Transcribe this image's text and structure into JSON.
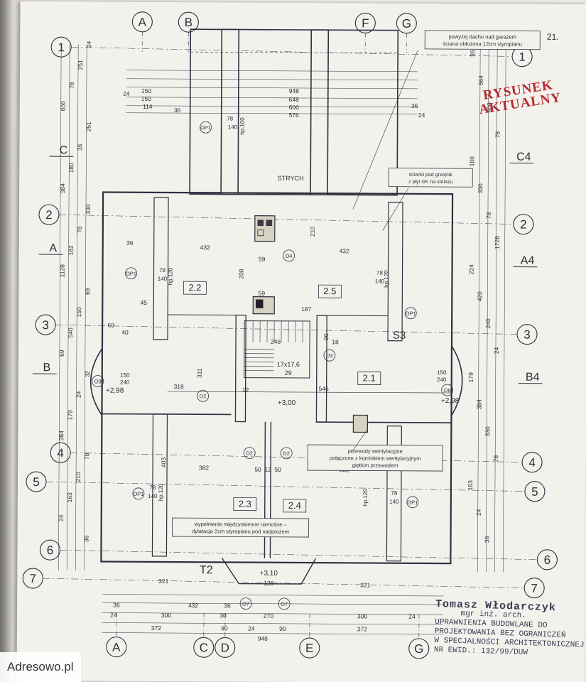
{
  "watermark": "Adresowo.pl",
  "sheet_number": "21.",
  "red_note": [
    "RYSUNEK",
    "AKTUALNY"
  ],
  "note_top": [
    "powyżej dachu nad garażem",
    "ściana obłożona 12cm styropianu"
  ],
  "note_radiator": [
    "ścianki pod grzejnik",
    "z płyt GK na stelażu"
  ],
  "note_vent": [
    "przewody wentylacyjne",
    "połączone z kominkiem wentylacyjnym",
    "giętkim przewodem"
  ],
  "note_filling": [
    "wypełnienie międzyokienne nienośne –",
    "dylatacja 2cm styropianu pod nadprożem"
  ],
  "attic_label": "STRYCH",
  "stair_label": [
    "17x17,6",
    "29"
  ],
  "level_labels": [
    "+3,00",
    "+2,98",
    "+2,98",
    "+3,10"
  ],
  "rooms": [
    "2.2",
    "2.5",
    "2.1",
    "2.3",
    "2.4"
  ],
  "special_labels": [
    "S3",
    "T2"
  ],
  "axis_letters_top": [
    "A",
    "B",
    "F",
    "G"
  ],
  "axis_letters_bottom": [
    "A",
    "C",
    "D",
    "E",
    "G"
  ],
  "axis_numbers": [
    "1",
    "2",
    "3",
    "4",
    "5",
    "6",
    "7"
  ],
  "section_marks": [
    "C",
    "A",
    "B",
    "C4",
    "A4",
    "B4"
  ],
  "dims_top": [
    "948",
    "648",
    "600",
    "576",
    "150",
    "150",
    "114",
    "36",
    "24",
    "36",
    "24"
  ],
  "dims_bottom": [
    "36",
    "432",
    "36",
    "24",
    "300",
    "30",
    "270",
    "300",
    "24",
    "372",
    "90",
    "24",
    "90",
    "372",
    "948"
  ],
  "dims_left": [
    "24",
    "251",
    "78",
    "600",
    "251",
    "36",
    "180",
    "384",
    "330",
    "78",
    "162",
    "1128",
    "69",
    "150",
    "540",
    "69",
    "32",
    "24",
    "179",
    "384",
    "78",
    "210",
    "163",
    "24",
    "36"
  ],
  "dims_right": [
    "36",
    "564",
    "600",
    "78",
    "180",
    "330",
    "78",
    "1728",
    "224",
    "420",
    "240",
    "24",
    "179",
    "384",
    "330",
    "78",
    "163",
    "24",
    "36"
  ],
  "dims_inner": [
    "432",
    "432",
    "318",
    "546",
    "311",
    "382",
    "382",
    "403",
    "208",
    "59",
    "59",
    "187",
    "246",
    "321",
    "321",
    "126",
    "50",
    "12",
    "50",
    "210",
    "90",
    "12",
    "60",
    "40",
    "45",
    "36",
    "18"
  ],
  "window_tags": [
    "78",
    "140",
    "hp.100",
    "78",
    "140",
    "hp.120",
    "78",
    "140",
    "hp.120",
    "78",
    "140",
    "hp.120",
    "78",
    "140",
    "hp.120",
    "150",
    "240",
    "150",
    "240"
  ],
  "op_tags": [
    "OP1",
    "OP1",
    "OP1",
    "OP1",
    "OP1",
    "O9",
    "O9",
    "O7",
    "O7"
  ],
  "door_tags": [
    "D2",
    "D2",
    "D2",
    "D3",
    "D4"
  ],
  "stamp": {
    "name": "Tomasz Włodarczyk",
    "title": "mgr inż. arch.",
    "lines": [
      "UPRAWNIENIA BUDOWLANE DO",
      "PROJEKTOWANIA BEZ OGRANICZEŃ",
      "W SPECJALNOŚCI ARCHITEKTONICZNEJ",
      "NR EWID.: 132/99/DUW"
    ]
  }
}
